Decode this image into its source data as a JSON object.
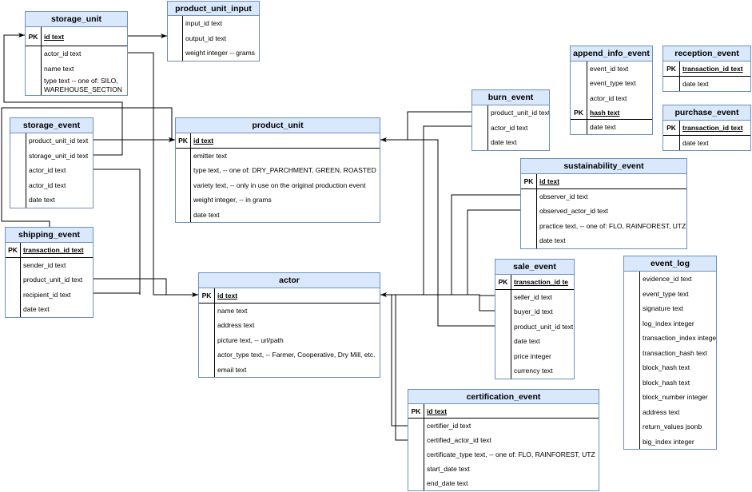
{
  "colors": {
    "header_fill": "#dae8fc",
    "border": "#6c8ebf",
    "line": "#000000"
  },
  "tables": [
    {
      "title": "storage_unit",
      "rows": [
        {
          "key": "PK",
          "text": "id text"
        },
        {
          "key": "",
          "text": "actor_id text"
        },
        {
          "key": "",
          "text": "name text"
        },
        {
          "key": "",
          "text": "type text -- one of: SILO,\nWAREHOUSE_SECTION"
        }
      ]
    },
    {
      "title": "product_unit_input",
      "rows": [
        {
          "key": "",
          "text": "input_id text"
        },
        {
          "key": "",
          "text": "output_id text"
        },
        {
          "key": "",
          "text": "weight integer -- grams"
        }
      ]
    },
    {
      "title": "append_info_event",
      "rows": [
        {
          "key": "",
          "text": "event_id text"
        },
        {
          "key": "",
          "text": "event_type text"
        },
        {
          "key": "",
          "text": "actor_id text"
        },
        {
          "key": "PK",
          "text": "hash text"
        },
        {
          "key": "",
          "text": "date text"
        }
      ]
    },
    {
      "title": "reception_event",
      "rows": [
        {
          "key": "PK",
          "text": "transaction_id text"
        },
        {
          "key": "",
          "text": "date text"
        }
      ]
    },
    {
      "title": "purchase_event",
      "rows": [
        {
          "key": "PK",
          "text": "transaction_id text"
        },
        {
          "key": "",
          "text": "date text"
        }
      ]
    },
    {
      "title": "burn_event",
      "rows": [
        {
          "key": "",
          "text": "product_unit_id text"
        },
        {
          "key": "",
          "text": "actor_id text"
        },
        {
          "key": "",
          "text": "date text"
        }
      ]
    },
    {
      "title": "product_unit",
      "rows": [
        {
          "key": "PK",
          "text": "id text"
        },
        {
          "key": "",
          "text": "emitter text"
        },
        {
          "key": "",
          "text": "type text, -- one of: DRY_PARCHMENT, GREEN, ROASTED"
        },
        {
          "key": "",
          "text": "variety text, -- only in use on the original production event"
        },
        {
          "key": "",
          "text": "weight integer, -- in grams"
        },
        {
          "key": "",
          "text": "date text"
        }
      ]
    },
    {
      "title": "storage_event",
      "rows": [
        {
          "key": "",
          "text": "product_unit_id text"
        },
        {
          "key": "",
          "text": "storage_unit_id text"
        },
        {
          "key": "",
          "text": "actor_id text"
        },
        {
          "key": "",
          "text": "actor_id text"
        },
        {
          "key": "",
          "text": "date text"
        }
      ]
    },
    {
      "title": "sustainability_event",
      "rows": [
        {
          "key": "PK",
          "text": "id text"
        },
        {
          "key": "",
          "text": "observer_id text"
        },
        {
          "key": "",
          "text": "observed_actor_id text"
        },
        {
          "key": "",
          "text": "practice text, -- one of: FLO, RAINFOREST, UTZ"
        },
        {
          "key": "",
          "text": "date text"
        }
      ]
    },
    {
      "title": "shipping_event",
      "rows": [
        {
          "key": "PK",
          "text": "transaction_id text"
        },
        {
          "key": "",
          "text": "sender_id text"
        },
        {
          "key": "",
          "text": "product_unit_id text"
        },
        {
          "key": "",
          "text": "recipient_id text"
        },
        {
          "key": "",
          "text": "date text"
        }
      ]
    },
    {
      "title": "actor",
      "rows": [
        {
          "key": "PK",
          "text": "id text"
        },
        {
          "key": "",
          "text": "name text"
        },
        {
          "key": "",
          "text": "address text"
        },
        {
          "key": "",
          "text": "picture text, -- url/path"
        },
        {
          "key": "",
          "text": "actor_type text, -- Farmer, Cooperative, Dry Mill, etc."
        },
        {
          "key": "",
          "text": "email text"
        }
      ]
    },
    {
      "title": "sale_event",
      "rows": [
        {
          "key": "PK",
          "text": "transaction_id te"
        },
        {
          "key": "",
          "text": "seller_id text"
        },
        {
          "key": "",
          "text": "buyer_id text"
        },
        {
          "key": "",
          "text": "product_unit_id text"
        },
        {
          "key": "",
          "text": "date text"
        },
        {
          "key": "",
          "text": "price integer"
        },
        {
          "key": "",
          "text": "currency text"
        }
      ]
    },
    {
      "title": "event_log",
      "rows": [
        {
          "key": "",
          "text": "evidence_id text"
        },
        {
          "key": "",
          "text": "event_type text"
        },
        {
          "key": "",
          "text": "signature text"
        },
        {
          "key": "",
          "text": "log_index integer"
        },
        {
          "key": "",
          "text": "transaction_index intege"
        },
        {
          "key": "",
          "text": "transaction_hash text"
        },
        {
          "key": "",
          "text": "block_hash text"
        },
        {
          "key": "",
          "text": "block_hash text"
        },
        {
          "key": "",
          "text": "block_number integer"
        },
        {
          "key": "",
          "text": "address text"
        },
        {
          "key": "",
          "text": "return_values jsonb"
        },
        {
          "key": "",
          "text": "big_index integer"
        }
      ]
    },
    {
      "title": "certification_event",
      "rows": [
        {
          "key": "PK",
          "text": "id text"
        },
        {
          "key": "",
          "text": "certifier_id text"
        },
        {
          "key": "",
          "text": "certified_actor_id text"
        },
        {
          "key": "",
          "text": "certificate_type text, -- one of: FLO, RAINFOREST, UTZ"
        },
        {
          "key": "",
          "text": "start_date text"
        },
        {
          "key": "",
          "text": "end_date text"
        }
      ]
    }
  ]
}
